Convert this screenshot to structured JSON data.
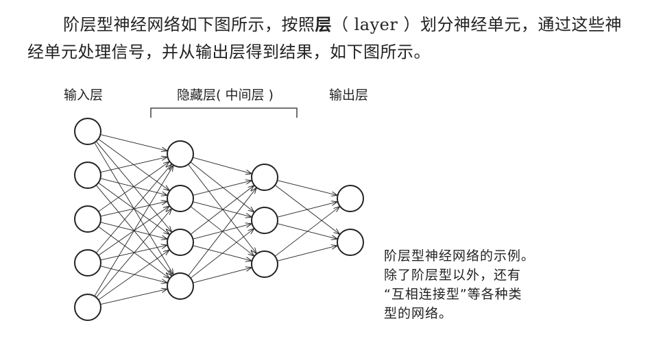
{
  "intro": {
    "before_term": "阶层型神经网络如下图所示，按照",
    "term": "层",
    "after_term": "（ layer ）划分神经单元，通过这些神经单元处理信号，并从输出层得到结果，如下图所示。"
  },
  "labels": {
    "input_layer": "输入层",
    "hidden_layer": "隐藏层( 中间层 )",
    "output_layer": "输出层"
  },
  "network": {
    "layer_sizes": [
      5,
      4,
      3,
      2
    ]
  },
  "caption": {
    "lines": [
      "阶层型神经网络的示例。",
      "除了阶层型以外，还有",
      "“互相连接型”等各种类",
      "型的网络。"
    ]
  }
}
